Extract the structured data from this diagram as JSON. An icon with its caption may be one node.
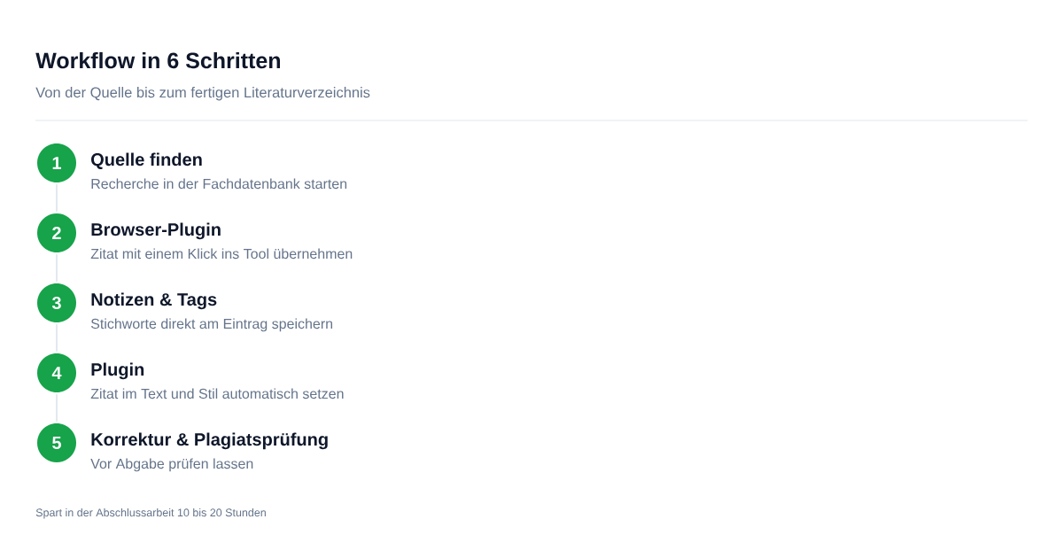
{
  "diagram": {
    "title": "Workflow in 6 Schritten",
    "nodes": [
      {
        "text": [
          "1"
        ],
        "beside": [
          "Quelle finden",
          "Recherche in der Fachdatenbank starten"
        ]
      },
      {
        "text": [
          "2"
        ],
        "beside": [
          "Browser-Plugin",
          "Zitat mit einem Klick ins Tool übernehmen"
        ]
      },
      {
        "text": [
          "3"
        ],
        "beside": [
          "Notizen & Tags",
          "Stichworte direkt am Eintrag speichern"
        ]
      },
      {
        "text": [
          "4"
        ],
        "beside": [
          "Plugin",
          "Zitat im Text und Stil automatisch setzen"
        ]
      },
      {
        "text": [
          "5"
        ],
        "beside": [
          "Korrektur & Plagiatsprüfung",
          "Vor Abgabe prüfen lassen"
        ]
      }
    ],
    "edges": [
      {
        "from": 0,
        "to": 1,
        "arrow": "none"
      },
      {
        "from": 1,
        "to": 2,
        "arrow": "none"
      },
      {
        "from": 2,
        "to": 3,
        "arrow": "none"
      },
      {
        "from": 3,
        "to": 4,
        "arrow": "none"
      }
    ],
    "labels": [
      "Von der Quelle bis zum fertigen Literaturverzeichnis",
      "Spart in der Abschlussarbeit 10 bis 20 Stunden"
    ]
  }
}
